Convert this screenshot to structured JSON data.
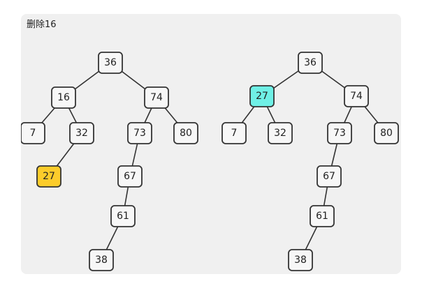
{
  "caption": "删除16",
  "colors": {
    "node_fill": "#f7f7f7",
    "highlight_before": "#fccc2b",
    "highlight_after": "#6ff0e6",
    "border": "#333333"
  },
  "trees": [
    {
      "name": "before",
      "nodes": [
        {
          "id": "b36",
          "label": "36"
        },
        {
          "id": "b16",
          "label": "16"
        },
        {
          "id": "b74",
          "label": "74"
        },
        {
          "id": "b7",
          "label": "7"
        },
        {
          "id": "b32",
          "label": "32"
        },
        {
          "id": "b73",
          "label": "73"
        },
        {
          "id": "b80",
          "label": "80"
        },
        {
          "id": "b27",
          "label": "27",
          "highlight": "before"
        },
        {
          "id": "b67",
          "label": "67"
        },
        {
          "id": "b61",
          "label": "61"
        },
        {
          "id": "b38",
          "label": "38"
        }
      ],
      "edges": [
        [
          "b36",
          "b16"
        ],
        [
          "b36",
          "b74"
        ],
        [
          "b16",
          "b7"
        ],
        [
          "b16",
          "b32"
        ],
        [
          "b32",
          "b27"
        ],
        [
          "b74",
          "b73"
        ],
        [
          "b74",
          "b80"
        ],
        [
          "b73",
          "b67"
        ],
        [
          "b67",
          "b61"
        ],
        [
          "b61",
          "b38"
        ]
      ]
    },
    {
      "name": "after",
      "nodes": [
        {
          "id": "a36",
          "label": "36"
        },
        {
          "id": "a27",
          "label": "27",
          "highlight": "after"
        },
        {
          "id": "a74",
          "label": "74"
        },
        {
          "id": "a7",
          "label": "7"
        },
        {
          "id": "a32",
          "label": "32"
        },
        {
          "id": "a73",
          "label": "73"
        },
        {
          "id": "a80",
          "label": "80"
        },
        {
          "id": "a67",
          "label": "67"
        },
        {
          "id": "a61",
          "label": "61"
        },
        {
          "id": "a38",
          "label": "38"
        }
      ],
      "edges": [
        [
          "a36",
          "a27"
        ],
        [
          "a36",
          "a74"
        ],
        [
          "a27",
          "a7"
        ],
        [
          "a27",
          "a32"
        ],
        [
          "a74",
          "a73"
        ],
        [
          "a74",
          "a80"
        ],
        [
          "a73",
          "a67"
        ],
        [
          "a67",
          "a61"
        ],
        [
          "a61",
          "a38"
        ]
      ]
    }
  ]
}
